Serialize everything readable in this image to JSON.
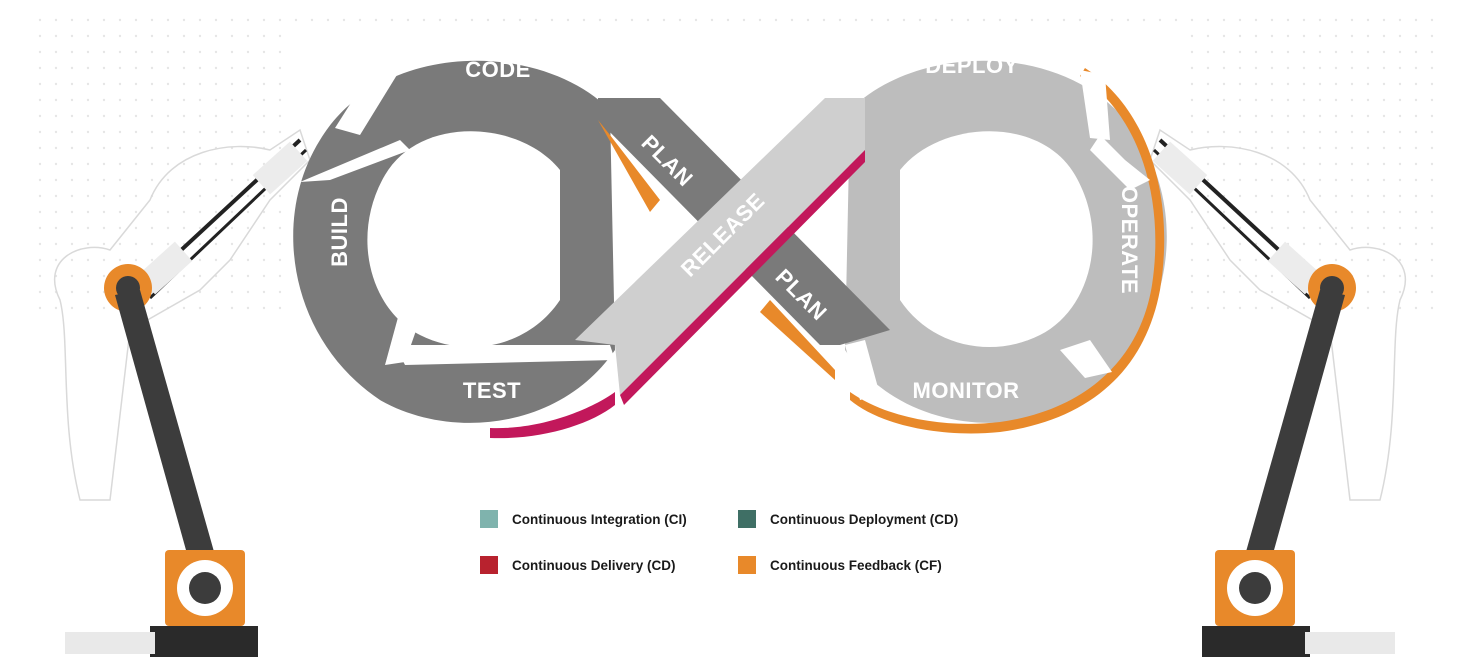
{
  "stages": {
    "code": "CODE",
    "build": "BUILD",
    "test": "TEST",
    "plan_left": "PLAN",
    "release": "RELEASE",
    "plan_right": "PLAN",
    "deploy": "DEPLOY",
    "operate": "OPERATE",
    "monitor": "MONITOR"
  },
  "legend": [
    {
      "label": "Continuous  Integration (CI)",
      "color": "#7fb3ad"
    },
    {
      "label": "Continuous  Deployment (CD)",
      "color": "#3f6f65"
    },
    {
      "label": "Continuous  Delivery (CD)",
      "color": "#b8222e"
    },
    {
      "label": "Continuous  Feedback (CF)",
      "color": "#e8892a"
    }
  ],
  "colors": {
    "dark_gray": "#7a7a7a",
    "light_gray": "#bdbdbd",
    "orange": "#e8892a",
    "crimson": "#c2185b",
    "arm_dark": "#3c3c3c"
  }
}
